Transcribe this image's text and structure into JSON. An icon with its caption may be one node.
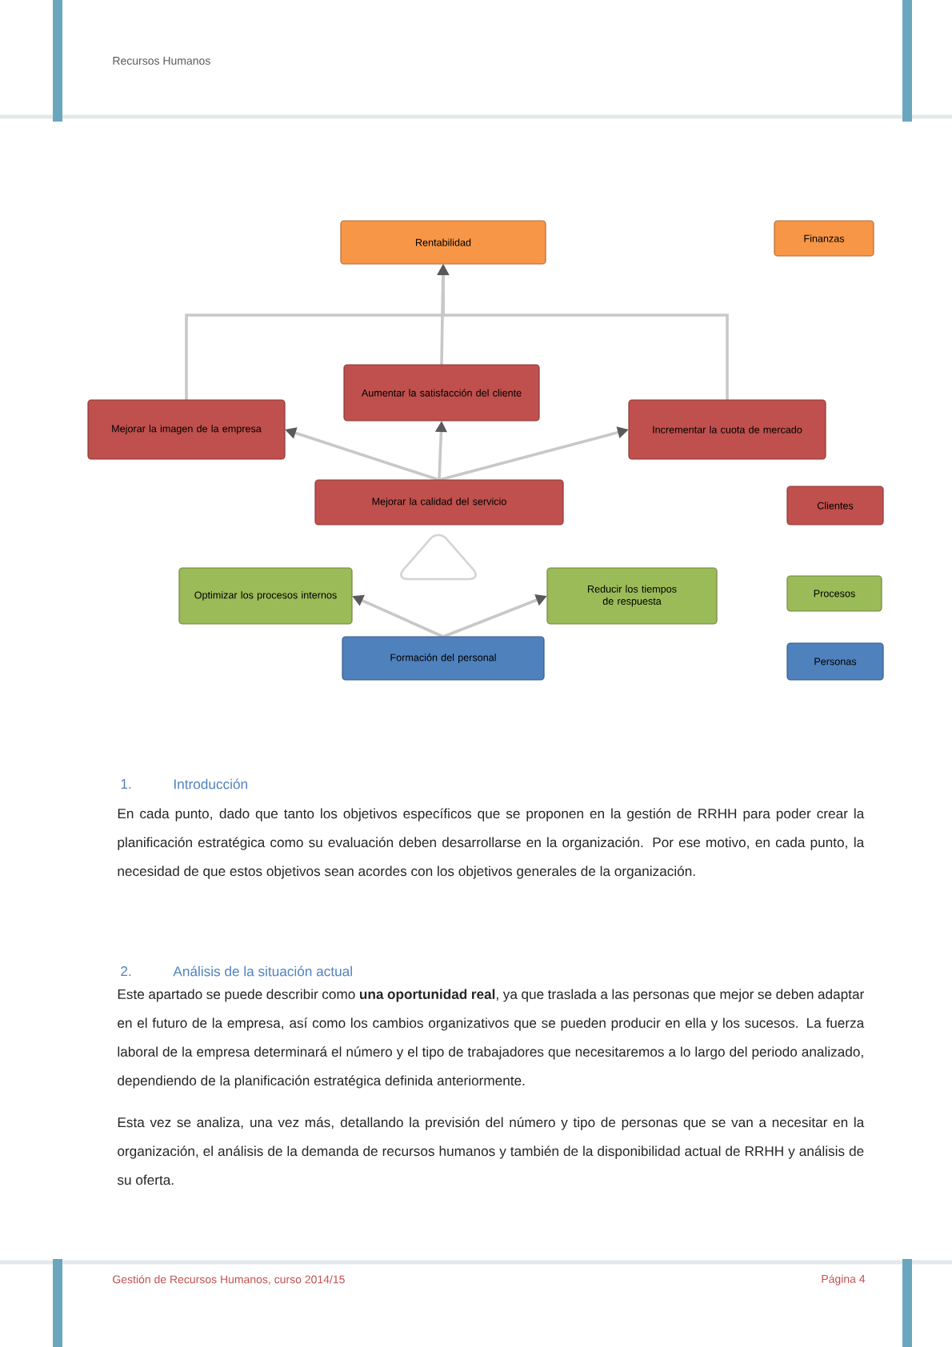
{
  "diagram": {
    "nodes": [
      {
        "text": [
          "Rentabilidad"
        ]
      },
      {
        "text": [
          "Aumentar la satisfacción del cliente"
        ]
      },
      {
        "text": [
          "Mejorar la imagen de la empresa"
        ]
      },
      {
        "text": [
          "Incrementar la cuota de mercado"
        ]
      },
      {
        "text": [
          "Mejorar la calidad del servicio"
        ]
      },
      {
        "text": [
          "Optimizar los procesos internos"
        ]
      },
      {
        "text": [
          "Reducir los tiempos de respuesta"
        ]
      },
      {
        "text": [
          "Formación del personal"
        ]
      }
    ],
    "edges": [
      {
        "from": 1,
        "to": 0,
        "arrow": "to"
      },
      {
        "from": 2,
        "to": 0,
        "arrow": "to"
      },
      {
        "from": 3,
        "to": 0,
        "arrow": "to"
      },
      {
        "from": 4,
        "to": 2,
        "arrow": "to"
      },
      {
        "from": 4,
        "to": 1,
        "arrow": "to"
      },
      {
        "from": 4,
        "to": 3,
        "arrow": "to"
      },
      {
        "from": 7,
        "to": 5,
        "arrow": "to"
      },
      {
        "from": 7,
        "to": 6,
        "arrow": "to"
      }
    ],
    "labels": [
      "Recursos Humanos",
      "1.",
      "Introducción",
      "En cada punto, dado que tanto los objetivos específicos que se proponen en la gestión de RRHH para poder crear la planificación estratégica como su evaluación deben desarrollarse en la organización. Por ese motivo, en cada punto, la necesidad de que estos objetivos sean acordes con los objetivos generales de la organización.",
      "2.",
      "Análisis de la situación actual",
      "Este apartado se puede describir como **una oportunidad real**, ya que traslada a las personas que mejor se deben adaptar en el futuro de la empresa, así como los cambios organizativos que se pueden producir en ella y los sucesos. La fuerza laboral de la empresa determinará el número y el tipo de trabajadores que necesitaremos a lo largo del periodo analizado, dependiendo de la planificación estratégica definida anteriormente.",
      "Esta vez se analiza, una vez más, detallando la previsión del número y tipo de personas que se van a necesitar en la organización, el análisis de la demanda de recursos humanos y también de la disponibilidad actual de RRHH y análisis de su oferta.",
      "Gestión de Recursos Humanos, curso 2014/15",
      "Página 4"
    ],
    "legend": [
      {
        "text": "Finanzas",
        "color": "#f79646"
      },
      {
        "text": "Clientes",
        "color": "#c0504d"
      },
      {
        "text": "Procesos",
        "color": "#9bbb59"
      },
      {
        "text": "Personas",
        "color": "#4f81bd"
      }
    ]
  }
}
